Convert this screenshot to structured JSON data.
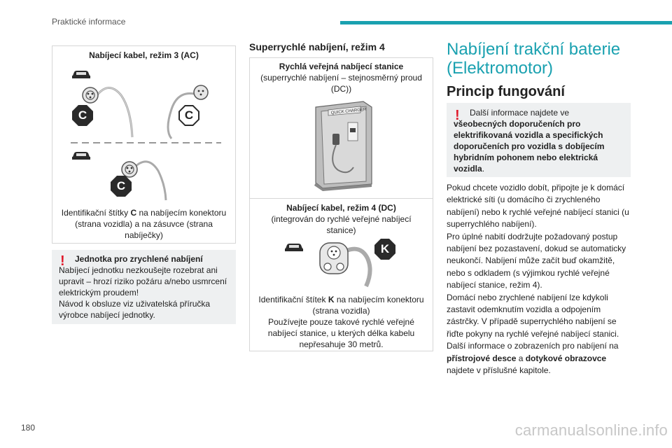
{
  "header": {
    "section": "Praktické informace"
  },
  "page_number": "180",
  "watermark": "carmanualsonline.info",
  "left_column": {
    "cable_box": {
      "title": "Nabíjecí kabel, režim 3 (AC)",
      "label_top_left": "C",
      "label_top_right": "C",
      "label_bottom": "C",
      "caption_pre": "Identifikační štítky ",
      "caption_bold": "C",
      "caption_post": " na nabíjecím konektoru (strana vozidla) a na zásuvce (strana nabíječky)"
    },
    "warning": {
      "title": "Jednotka pro zrychlené nabíjení",
      "text": "Nabíjecí jednotku nezkoušejte rozebrat ani upravit – hrozí riziko požáru a/nebo usmrcení elektrickým proudem!",
      "text2": "Návod k obsluze viz uživatelská příručka výrobce nabíjecí jednotky."
    }
  },
  "middle_column": {
    "heading": "Superrychlé nabíjení, režim 4",
    "station_box": {
      "title": "Rychlá veřejná nabíjecí stanice",
      "subtitle": "(superrychlé nabíjení – stejnosměrný proud (DC))",
      "charger_sign": "QUICK CHARGER"
    },
    "cable_box": {
      "title": "Nabíjecí kabel, režim 4 (DC)",
      "subtitle": "(integrován do rychlé veřejné nabíjecí stanice)",
      "label": "K",
      "caption_pre": "Identifikační štítek ",
      "caption_bold": "K",
      "caption_post": " na nabíjecím konektoru (strana vozidla)",
      "caption2": "Používejte pouze takové rychlé veřejné nabíjecí stanice, u kterých délka kabelu nepřesahuje 30 metrů."
    }
  },
  "right_column": {
    "title": "Nabíjení trakční baterie (Elektromotor)",
    "subtitle": "Princip fungování",
    "warning": {
      "pre": "Další informace najdete ve ",
      "bold": "všeobecných doporučeních pro elektrifikovaná vozidla a specifických doporučeních pro vozidla s dobíjecím hybridním pohonem nebo elektrická vozidla",
      "post": "."
    },
    "para1": "Pokud chcete vozidlo dobít, připojte je k domácí elektrické síti (u domácího či zrychleného nabíjení) nebo k rychlé veřejné nabíjecí stanici (u superrychlého nabíjení).",
    "para2": "Pro úplné nabití dodržujte požadovaný postup nabíjení bez pozastavení, dokud se automaticky neukončí. Nabíjení může začít buď okamžitě, nebo s odkladem (s výjimkou rychlé veřejné nabíjecí stanice, režim 4).",
    "para3": "Domácí nebo zrychlené nabíjení lze kdykoli zastavit odemknutím vozidla a odpojením zástrčky. V případě superrychlého nabíjení se řiďte pokyny na rychlé veřejné nabíjecí stanici.",
    "para4_pre": "Další informace o zobrazeních pro nabíjení na ",
    "para4_bold1": "přístrojové desce",
    "para4_mid": " a ",
    "para4_bold2": "dotykové obrazovce",
    "para4_post": " najdete v příslušné kapitole."
  },
  "colors": {
    "accent": "#1aa1b0",
    "warning_mark": "#e01b2c",
    "warning_bg": "#eef0f1",
    "border": "#d6d6d6"
  }
}
